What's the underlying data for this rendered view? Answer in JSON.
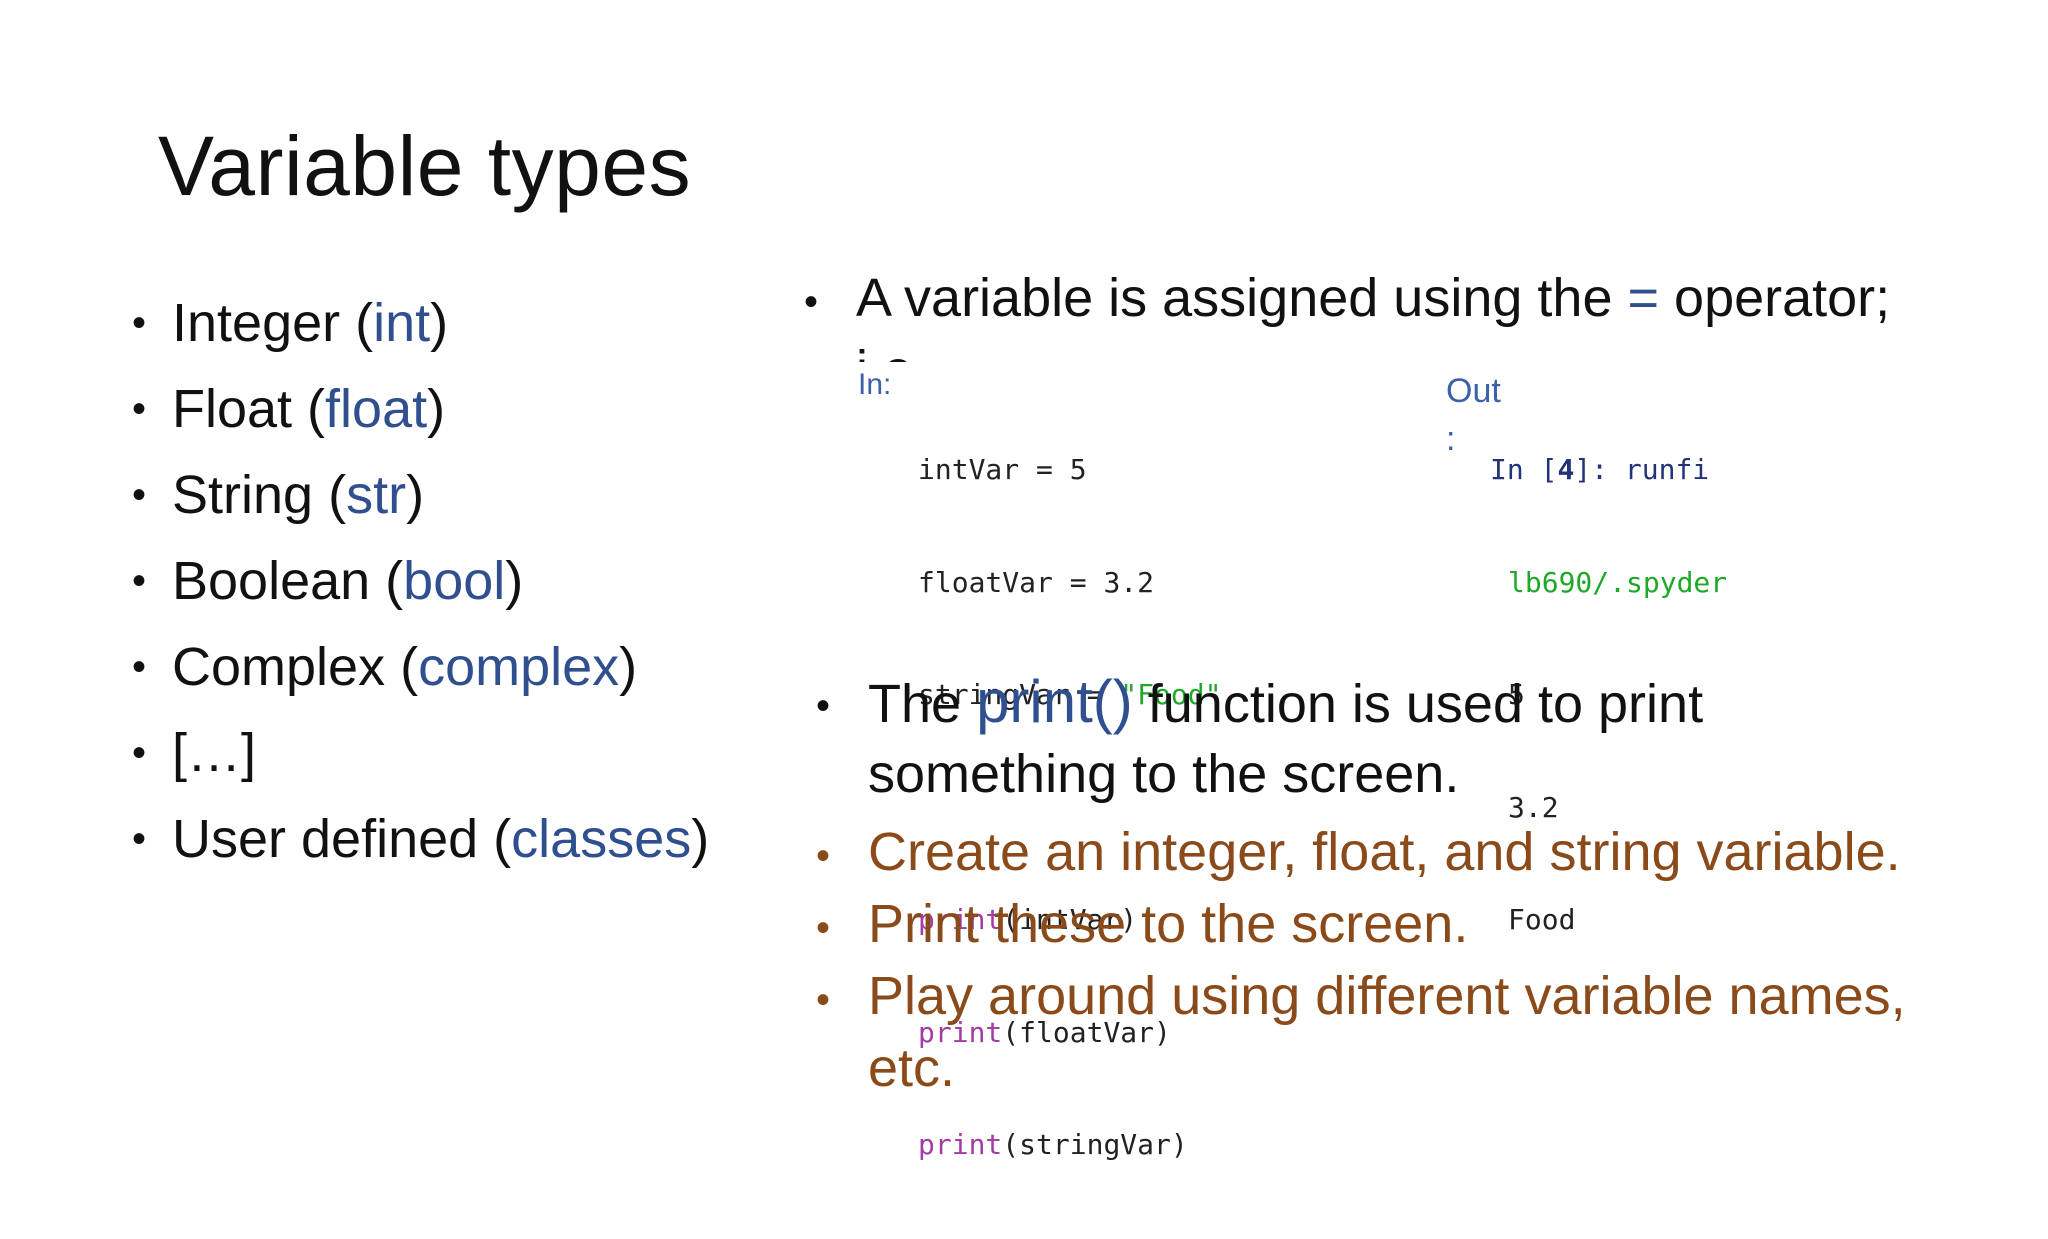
{
  "title": "Variable types",
  "types": [
    {
      "prefix": "Integer (",
      "kw": "int",
      "suffix": ")"
    },
    {
      "prefix": "Float (",
      "kw": "float",
      "suffix": ")"
    },
    {
      "prefix": "String (",
      "kw": "str",
      "suffix": ")"
    },
    {
      "prefix": "Boolean (",
      "kw": "bool",
      "suffix": ")"
    },
    {
      "prefix": "Complex (",
      "kw": "complex",
      "suffix": ")"
    },
    {
      "prefix": "[…]",
      "kw": "",
      "suffix": ""
    },
    {
      "prefix": "User defined (",
      "kw": "classes",
      "suffix": ")"
    }
  ],
  "bullet_char": "•",
  "assign": {
    "before": "A variable is assigned using the ",
    "op": "=",
    "after": " operator;",
    "ie": "i.e."
  },
  "code": {
    "in_label": "In:",
    "lines": [
      {
        "name": "intVar",
        "op": " = ",
        "value": "5"
      },
      {
        "name": "floatVar",
        "op": " = ",
        "value": "3.2"
      },
      {
        "name": "stringVar",
        "op": " = ",
        "value": "\"Food\""
      }
    ],
    "print_calls": [
      {
        "fn": "print",
        "arg": "(intVar)"
      },
      {
        "fn": "print",
        "arg": "(floatVar)"
      },
      {
        "fn": "print",
        "arg": "(stringVar)"
      }
    ]
  },
  "console": {
    "out_label": "Out",
    "colon": ":",
    "prompt_prefix": "In [",
    "prompt_num": "4",
    "prompt_suffix": "]: runfi",
    "path": "lb690/.spyder",
    "outputs": [
      "5",
      "3.2",
      "Food"
    ]
  },
  "print_desc": {
    "before": "The ",
    "kw": "print()",
    "after": " function is used to print",
    "line2": "something to the screen."
  },
  "tasks": [
    "Create an integer, float, and string variable.",
    "Print these to the screen.",
    "Play around using different variable names,",
    "etc."
  ],
  "colors": {
    "keyword": "#2f4f8f",
    "task": "#8b4a1a",
    "string_literal": "#1fa82a",
    "function_name": "#a43ba6"
  }
}
